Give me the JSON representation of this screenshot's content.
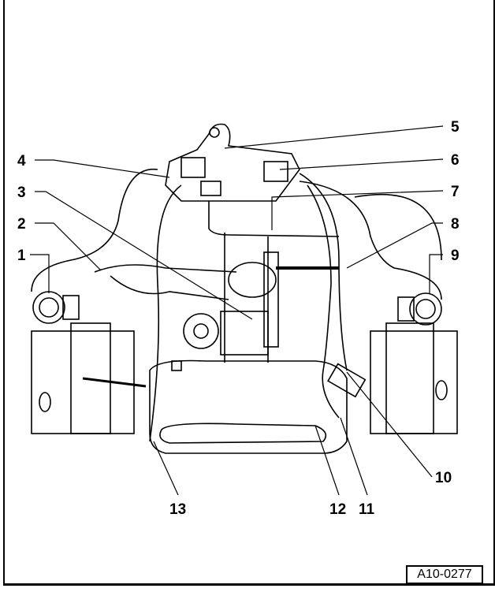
{
  "diagram": {
    "callouts": [
      "1",
      "2",
      "3",
      "4",
      "5",
      "6",
      "7",
      "8",
      "9",
      "10",
      "11",
      "12",
      "13"
    ],
    "figure_ref": "A10-0277"
  }
}
